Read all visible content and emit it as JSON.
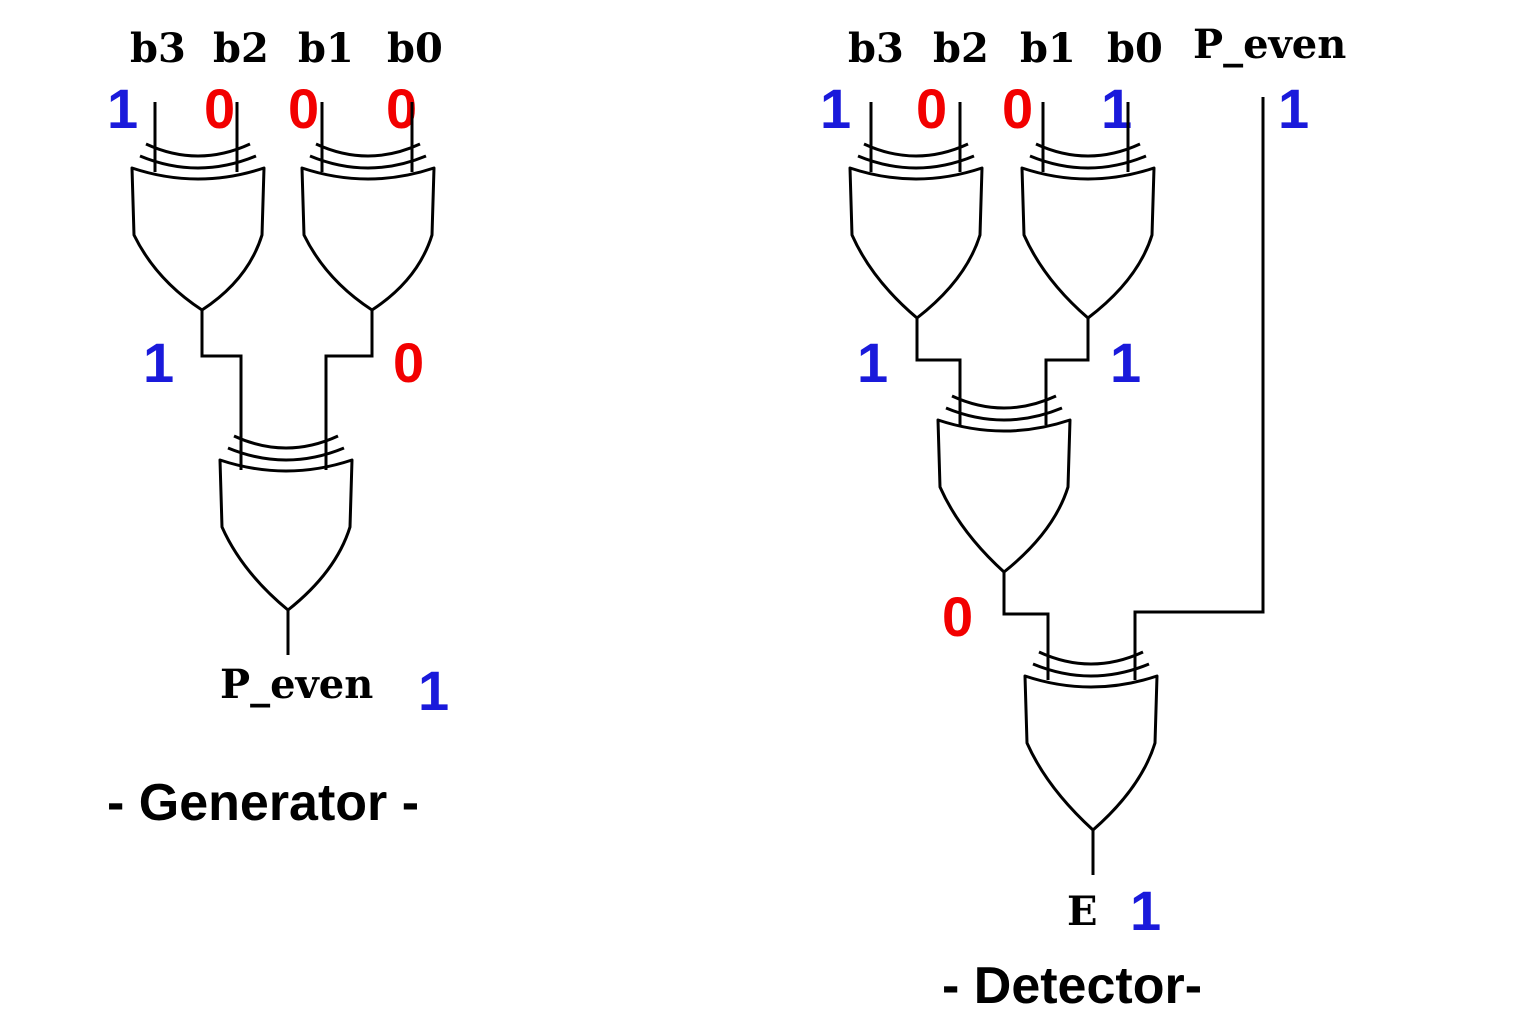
{
  "colors": {
    "one": "#1a1adb",
    "zero": "#f20000",
    "ink": "#000000"
  },
  "generator": {
    "caption": "- Generator -",
    "inputs": [
      {
        "name": "b3",
        "value": "1"
      },
      {
        "name": "b2",
        "value": "0"
      },
      {
        "name": "b1",
        "value": "0"
      },
      {
        "name": "b0",
        "value": "0"
      }
    ],
    "intermediate": [
      {
        "value": "1"
      },
      {
        "value": "0"
      }
    ],
    "output": {
      "name": "P_even",
      "value": "1"
    }
  },
  "detector": {
    "caption": "- Detector-",
    "inputs": [
      {
        "name": "b3",
        "value": "1"
      },
      {
        "name": "b2",
        "value": "0"
      },
      {
        "name": "b1",
        "value": "0"
      },
      {
        "name": "b0",
        "value": "1"
      },
      {
        "name": "P_even",
        "value": "1"
      }
    ],
    "intermediate": [
      {
        "value": "1"
      },
      {
        "value": "1"
      },
      {
        "value": "0"
      }
    ],
    "output": {
      "name": "E",
      "value": "1"
    }
  }
}
